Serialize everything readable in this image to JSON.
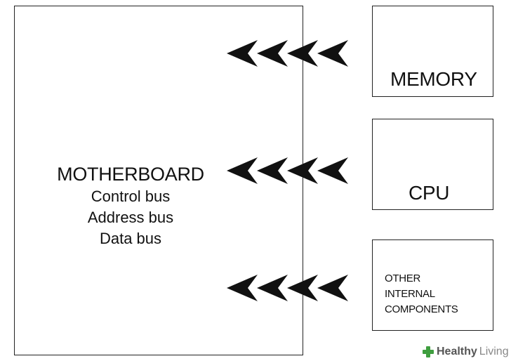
{
  "motherboard": {
    "title": "MOTHERBOARD",
    "lines": [
      "Control bus",
      "Address bus",
      "Data bus"
    ]
  },
  "components": {
    "memory": "MEMORY",
    "cpu": "CPU",
    "other": [
      "OTHER",
      "INTERNAL",
      "COMPONENTS"
    ]
  },
  "arrows": {
    "direction": "left",
    "groups": 3,
    "chevrons_per_group": 4
  },
  "watermark": {
    "word_bold": "Healthy",
    "word_light": "Living",
    "color": "#3f9e3f"
  }
}
